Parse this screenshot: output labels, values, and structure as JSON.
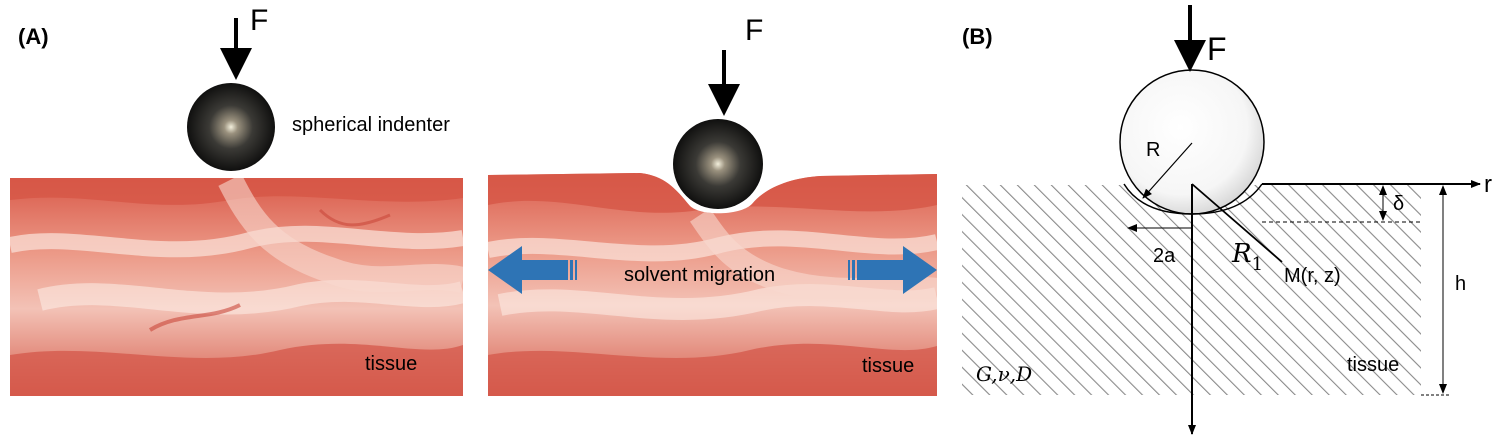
{
  "panel_a": {
    "label": "(A)",
    "left_scene": {
      "force_label": "F",
      "indenter_label": "spherical indenter",
      "tissue_label": "tissue"
    },
    "right_scene": {
      "force_label": "F",
      "flow_label": "solvent migration",
      "tissue_label": "tissue"
    }
  },
  "panel_b": {
    "label": "(B)",
    "force_label": "F",
    "radius_label": "R",
    "r_axis_label": "r",
    "indent_depth_label": "δ",
    "contact_label": "2a",
    "r1_label": "R",
    "r1_subscript": "1",
    "point_label": "M(r, z)",
    "height_label": "h",
    "material_params": "G,ν,D",
    "tissue_label": "tissue"
  },
  "colors": {
    "tissue_base": "#e0705f",
    "tissue_light": "#f6c3b6",
    "arrow_blue": "#2e74b5",
    "hatch_gray": "#8a8a8a"
  }
}
